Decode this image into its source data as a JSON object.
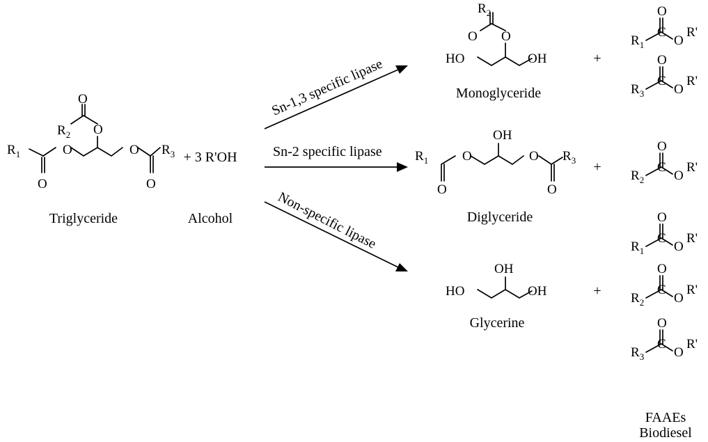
{
  "reactants": {
    "triglyceride": "Triglyceride",
    "alcohol_formula": "+ 3 R'OH",
    "alcohol": "Alcohol"
  },
  "enzymes": {
    "sn13": "Sn-1,3 specific lipase",
    "sn2": "Sn-2 specific lipase",
    "nonspecific": "Non-specific lipase"
  },
  "products": {
    "monoglyceride": "Monoglyceride",
    "diglyceride": "Diglyceride",
    "glycerine": "Glycerine",
    "plus": "+"
  },
  "footer": {
    "line1": "FAAEs",
    "line2": "Biodiesel"
  },
  "atoms": {
    "O": "O",
    "C": "C",
    "R": "R",
    "OH": "OH",
    "HO": "HO",
    "Rprime": "R'",
    "sub1": "1",
    "sub2": "2",
    "sub3": "3"
  }
}
